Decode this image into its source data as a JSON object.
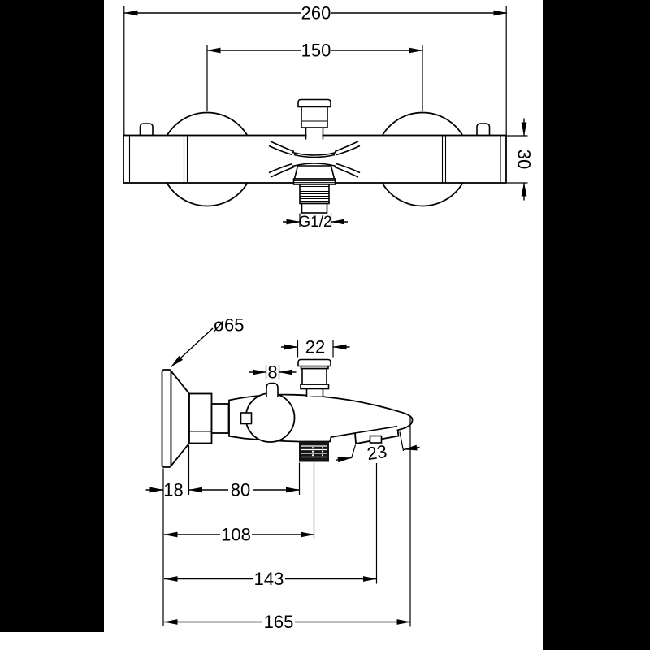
{
  "drawing": {
    "type": "technical-dimension-drawing",
    "subject": "wall-mounted thermostatic bath mixer faucet",
    "colors": {
      "background": "#ffffff",
      "line": "#000000",
      "letterbox_bars": "#000000",
      "thread_fill": "#141414"
    },
    "views": {
      "front": {
        "label": "front-view",
        "dims": {
          "total_width": "260",
          "handle_spacing": "150",
          "body_height": "30",
          "outlet_thread": "G1/2"
        }
      },
      "side": {
        "label": "side-view",
        "dims": {
          "flange_diameter": "ø65",
          "diverter_width": "22",
          "stem_width": "8",
          "aerator_width": "23",
          "flange_depth": "18",
          "flange_to_outlet": "80",
          "wall_to_outlet": "108",
          "wall_to_aerator": "143",
          "spout_reach": "165"
        }
      }
    }
  }
}
